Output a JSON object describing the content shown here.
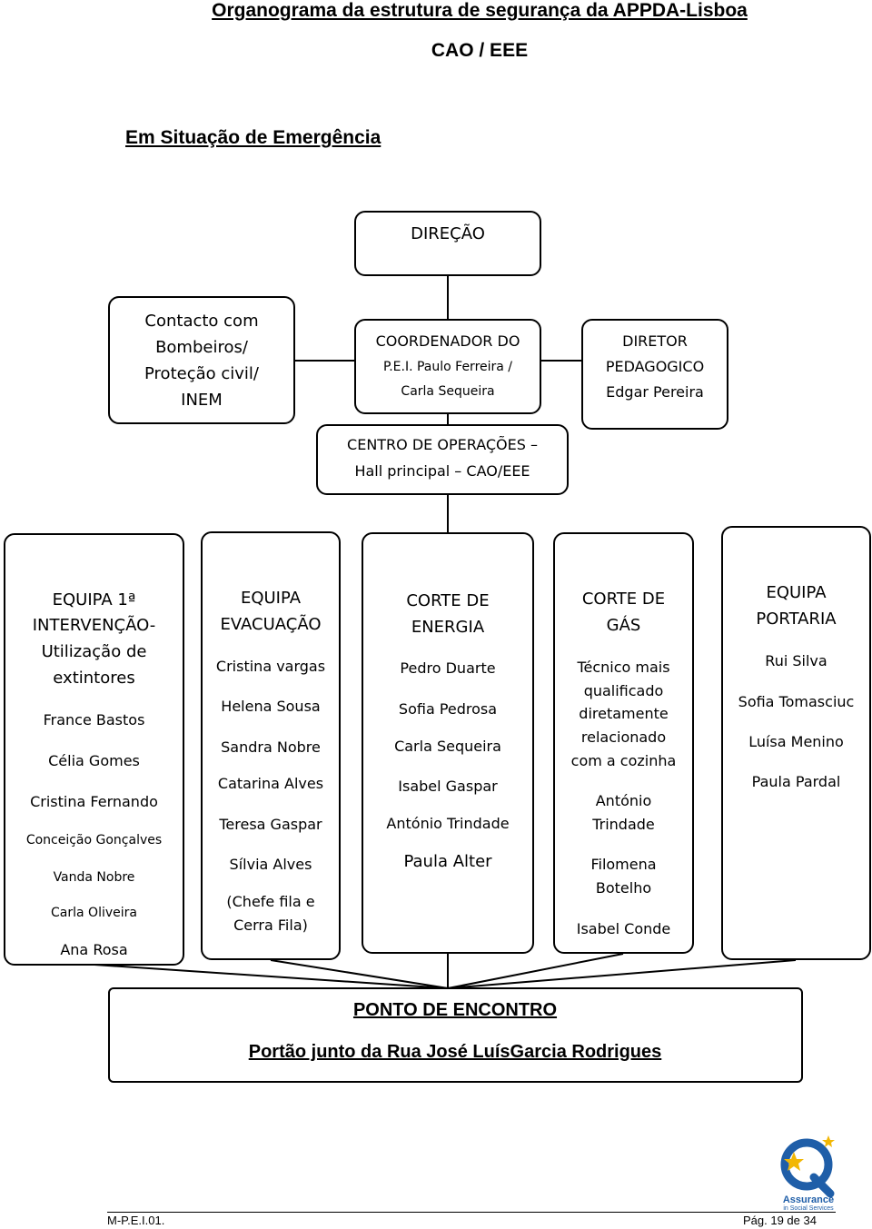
{
  "header": {
    "title": "Organograma da estrutura de segurança da APPDA-Lisboa",
    "subtitle": "CAO / EEE",
    "section": "Em Situação de Emergência"
  },
  "top": {
    "direcao": "DIREÇÃO",
    "contacto": [
      "Contacto com",
      "Bombeiros/",
      "Proteção civil/",
      "INEM"
    ],
    "coordenador": [
      "COORDENADOR DO",
      "P.E.I. Paulo Ferreira /",
      "Carla Sequeira"
    ],
    "diretor": [
      "DIRETOR",
      "PEDAGOGICO",
      "Edgar Pereira"
    ],
    "centro": [
      "CENTRO DE OPERAÇÕES –",
      "Hall principal – CAO/EEE"
    ]
  },
  "teams": {
    "equipa1": {
      "title": [
        "EQUIPA 1ª",
        "INTERVENÇÃO-",
        "Utilização de",
        "extintores"
      ],
      "members": [
        "France Bastos",
        "Célia Gomes",
        "Cristina Fernando",
        "Conceição Gonçalves",
        "Vanda Nobre",
        "Carla Oliveira",
        "Ana Rosa"
      ]
    },
    "evacuacao": {
      "title": [
        "EQUIPA",
        "EVACUAÇÃO"
      ],
      "members": [
        "Cristina vargas",
        "Helena Sousa",
        "Sandra Nobre",
        "Catarina Alves",
        "Teresa Gaspar",
        "Sílvia Alves",
        "(Chefe fila e",
        "Cerra Fila)"
      ]
    },
    "energia": {
      "title": [
        "CORTE DE",
        "ENERGIA"
      ],
      "members": [
        "Pedro Duarte",
        "Sofia Pedrosa",
        "Carla Sequeira",
        "Isabel Gaspar",
        "António Trindade",
        "Paula Alter"
      ]
    },
    "gas": {
      "title": [
        "CORTE DE",
        "GÁS"
      ],
      "members": [
        "Técnico mais",
        "qualificado",
        "diretamente",
        "relacionado",
        "com a cozinha",
        "António",
        "Trindade",
        "Filomena",
        "Botelho",
        "Isabel Conde"
      ]
    },
    "portaria": {
      "title": [
        "EQUIPA",
        "PORTARIA"
      ],
      "members": [
        "Rui Silva",
        "Sofia Tomasciuc",
        "Luísa Menino",
        "Paula Pardal"
      ]
    }
  },
  "encontro": {
    "title": "PONTO DE ENCONTRO",
    "location": "Portão junto da Rua José LuísGarcia Rodrigues"
  },
  "footer": {
    "code": "M-P.E.I.01.",
    "page_label": "Pág. 19 de 34",
    "logo_text": [
      "Assurance",
      "in Social Services"
    ]
  },
  "colors": {
    "logo_blue": "#1f5ea8",
    "logo_star": "#f2b705"
  }
}
